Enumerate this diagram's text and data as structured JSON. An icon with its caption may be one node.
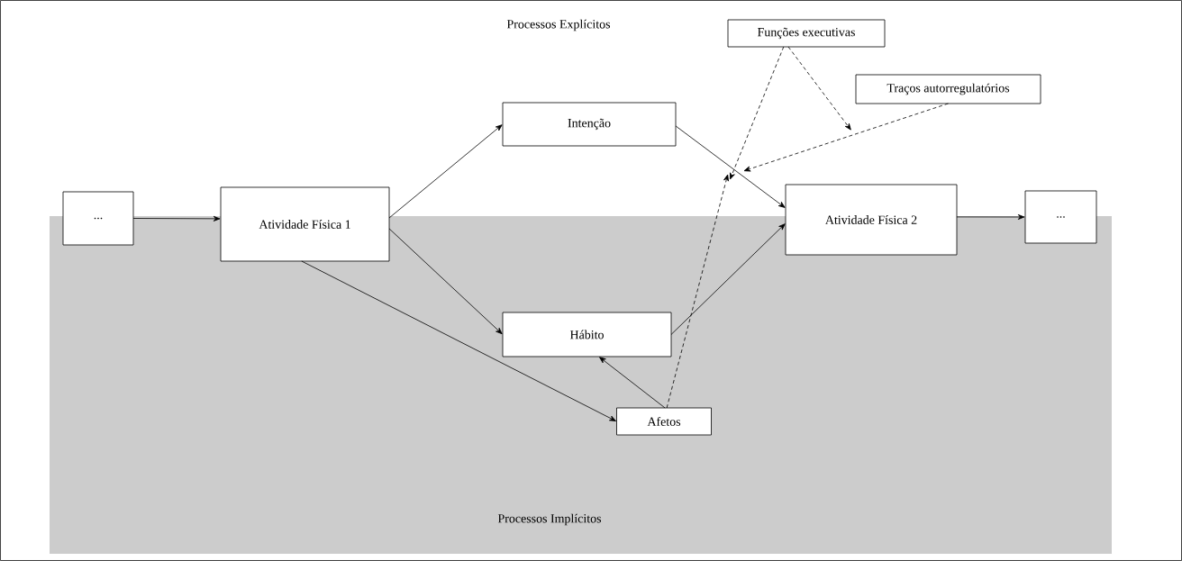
{
  "diagram": {
    "nodes": [
      {
        "text": [
          "..."
        ]
      },
      {
        "text": [
          "Atividade Física 1"
        ]
      },
      {
        "text": [
          "Intenção"
        ]
      },
      {
        "text": [
          "Hábito"
        ]
      },
      {
        "text": [
          "Afetos"
        ]
      },
      {
        "text": [
          "Atividade Física 2"
        ]
      },
      {
        "text": [
          "..."
        ]
      },
      {
        "text": [
          "Funções executivas"
        ]
      },
      {
        "text": [
          "Traços autorregulatórios"
        ]
      }
    ],
    "edges": [
      {
        "from": 0,
        "to": 1,
        "arrow": "to"
      },
      {
        "from": 1,
        "to": 2,
        "arrow": "to"
      },
      {
        "from": 1,
        "to": 3,
        "arrow": "to"
      },
      {
        "from": 1,
        "to": 4,
        "arrow": "to"
      },
      {
        "from": 2,
        "to": 5,
        "arrow": "to"
      },
      {
        "from": 3,
        "to": 5,
        "arrow": "to"
      },
      {
        "from": 4,
        "to": 3,
        "arrow": "to"
      },
      {
        "from": 5,
        "to": 6,
        "arrow": "to"
      },
      {
        "from": 7,
        "to": null,
        "arrow": "to",
        "style": "dashed"
      },
      {
        "from": 7,
        "to": null,
        "arrow": "to",
        "style": "dashed"
      },
      {
        "from": 8,
        "to": null,
        "arrow": "to",
        "style": "dashed"
      },
      {
        "from": 4,
        "to": null,
        "arrow": "to",
        "style": "dashed"
      }
    ],
    "labels": [
      "Processos Explícitos",
      "Processos Implícitos"
    ]
  }
}
